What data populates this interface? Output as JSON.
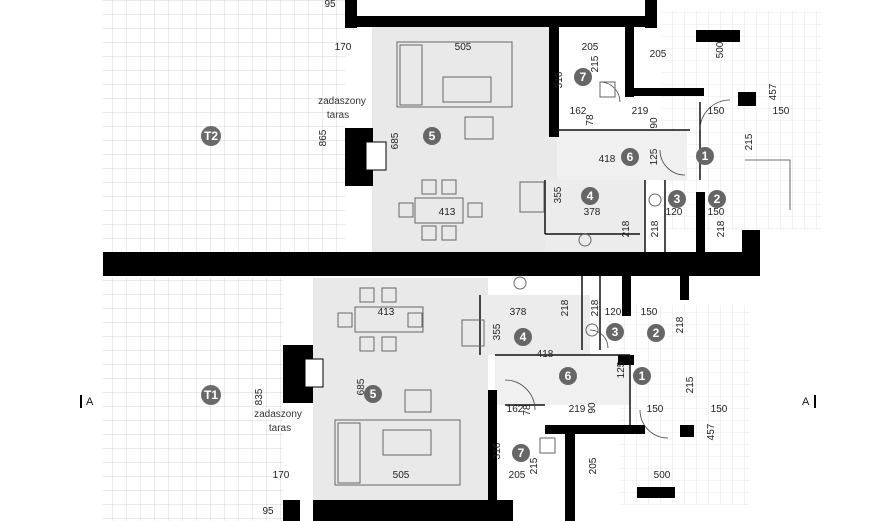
{
  "section_marker": "A",
  "terrace_label_line1": "zadaszony",
  "terrace_label_line2": "taras",
  "units": [
    {
      "terrace_tag": "T2",
      "rooms": [
        "7",
        "5",
        "6",
        "1",
        "4",
        "3",
        "2"
      ],
      "dims": [
        "95",
        "170",
        "505",
        "205",
        "215",
        "205",
        "500",
        "316",
        "457",
        "150",
        "150",
        "162",
        "219",
        "78",
        "90",
        "865",
        "685",
        "418",
        "125",
        "215",
        "355",
        "378",
        "120",
        "150",
        "413",
        "218",
        "218",
        "218"
      ]
    },
    {
      "terrace_tag": "T1",
      "rooms": [
        "4",
        "3",
        "2",
        "5",
        "6",
        "1",
        "7"
      ],
      "dims": [
        "413",
        "378",
        "218",
        "218",
        "120",
        "150",
        "218",
        "355",
        "418",
        "125",
        "685",
        "835",
        "215",
        "162",
        "78",
        "219",
        "90",
        "150",
        "150",
        "457",
        "316",
        "215",
        "205",
        "205",
        "500",
        "170",
        "505",
        "95"
      ]
    }
  ]
}
